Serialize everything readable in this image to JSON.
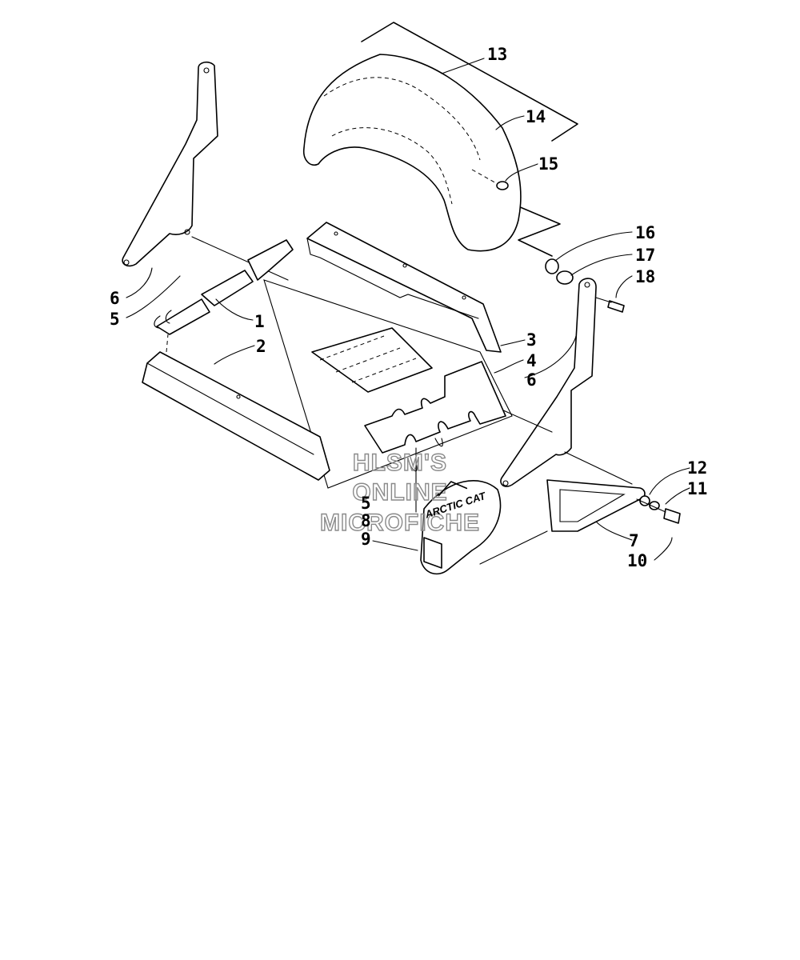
{
  "callouts": {
    "c1": "1",
    "c2": "2",
    "c3": "3",
    "c4": "4",
    "c5_left": "5",
    "c5_center": "5",
    "c6_left": "6",
    "c6_right": "6",
    "c7": "7",
    "c8": "8",
    "c9": "9",
    "c10": "10",
    "c11": "11",
    "c12": "12",
    "c13": "13",
    "c14": "14",
    "c15": "15",
    "c16": "16",
    "c17": "17",
    "c18": "18"
  },
  "watermark": {
    "line1": "HLSM'S",
    "line2": "ONLINE",
    "line3": "MICROFICHE"
  },
  "logo": {
    "text": "ARCTIC CAT"
  }
}
